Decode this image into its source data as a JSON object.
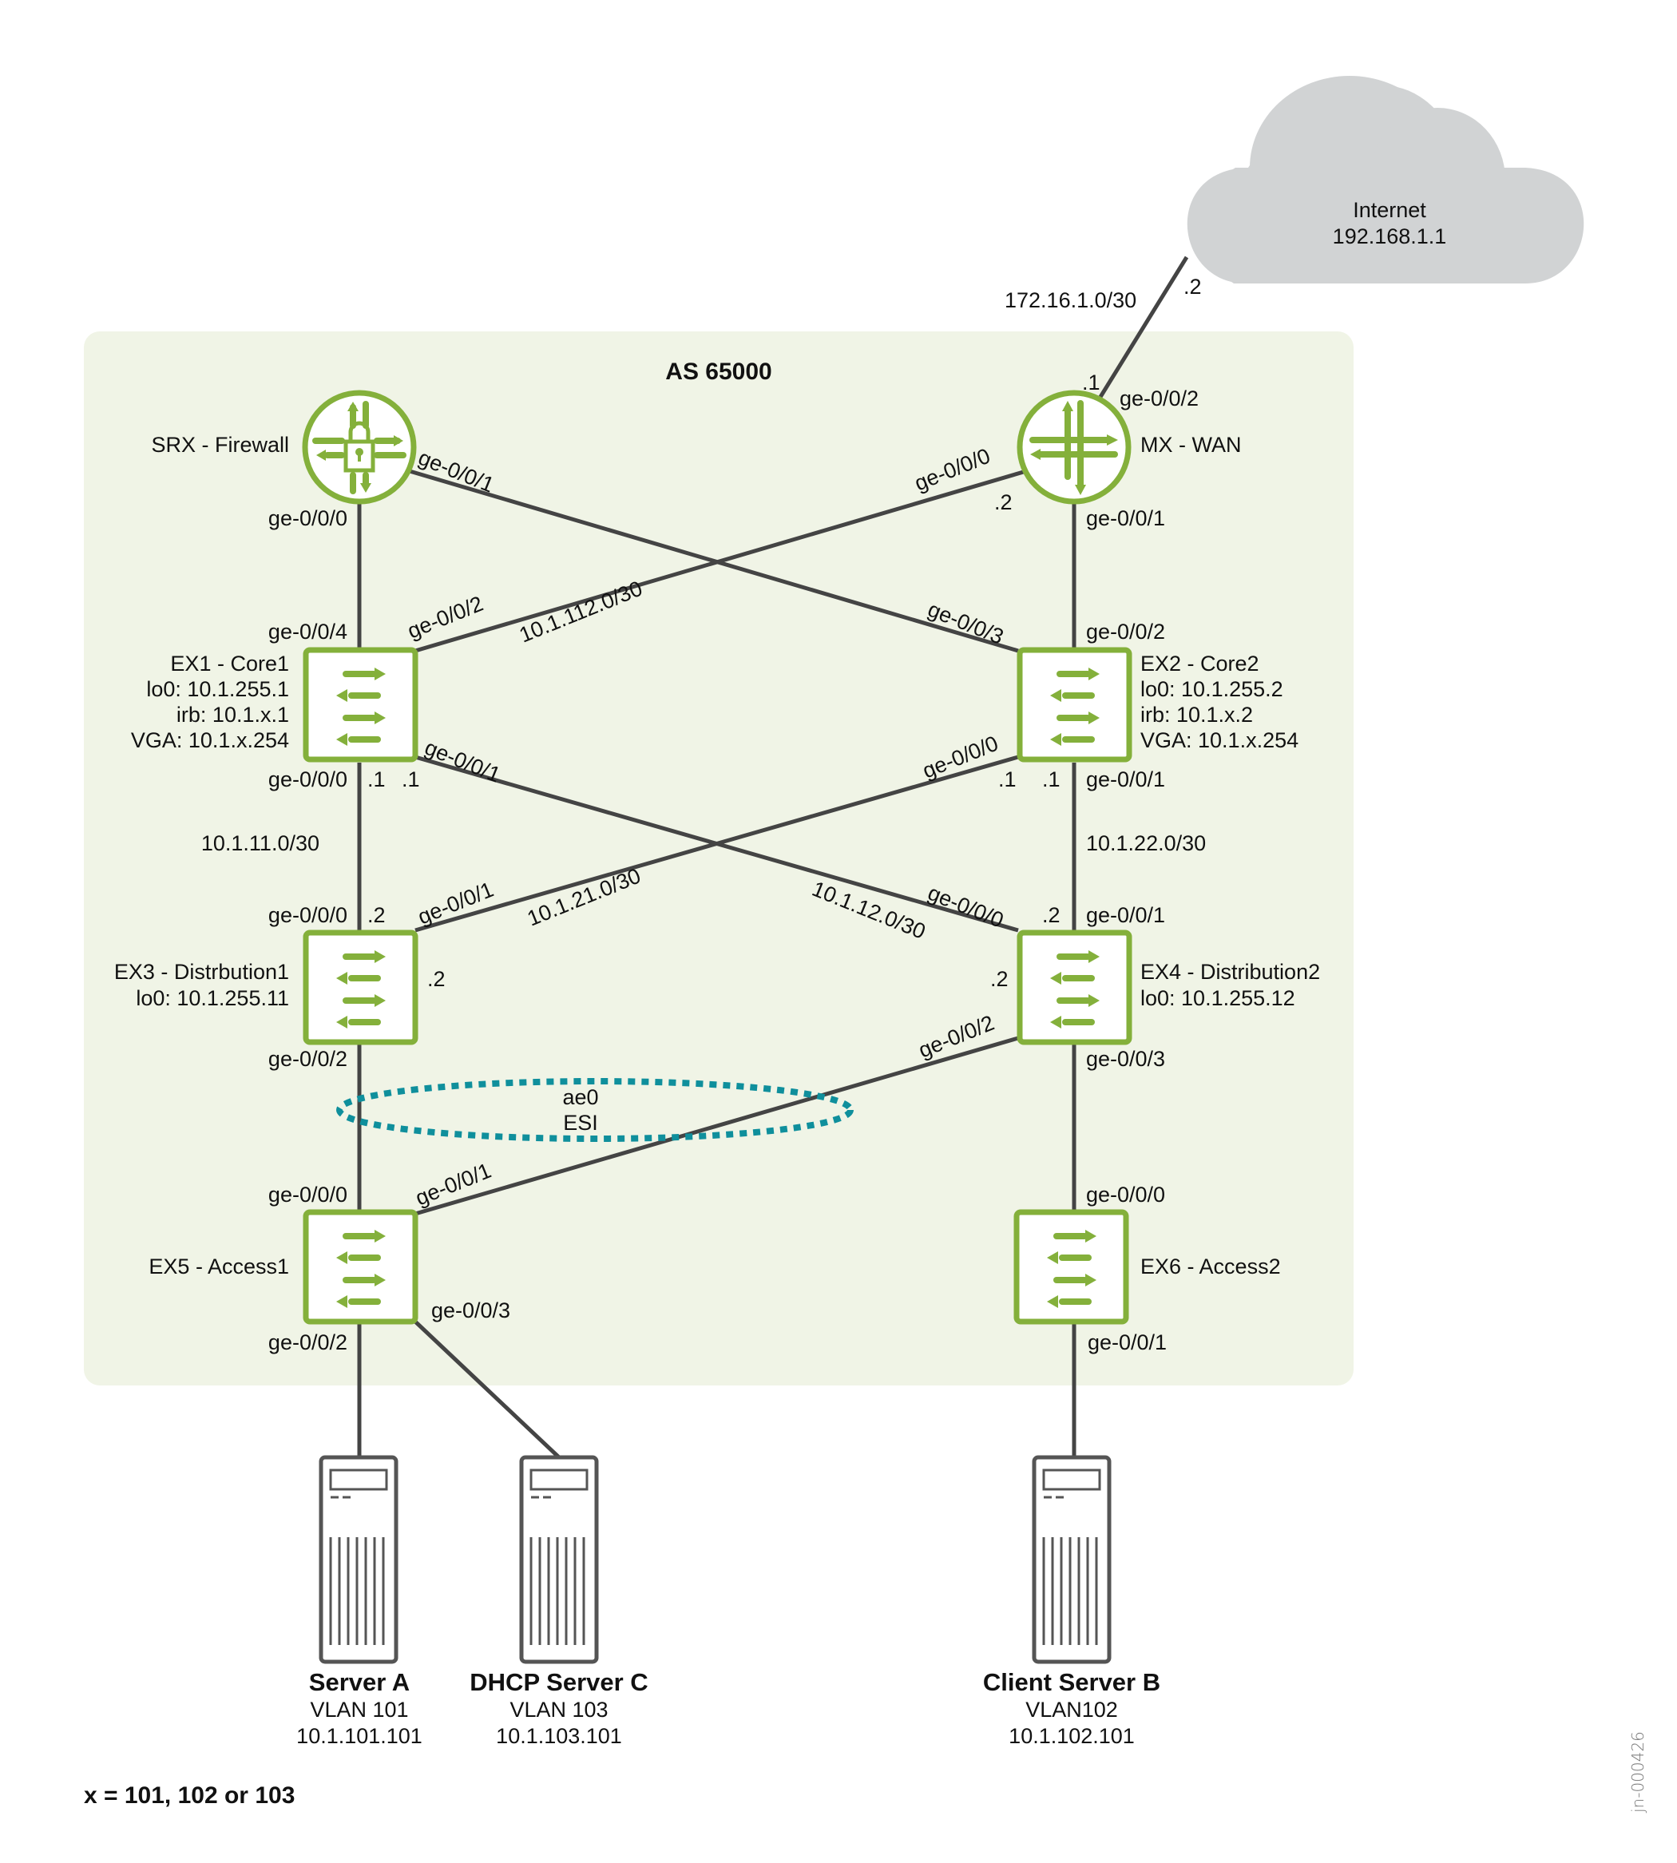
{
  "colors": {
    "as_background": "#f0f4e6",
    "device_green": "#84b03b",
    "link": "#444444",
    "cloud": "#d1d3d4",
    "esi": "#0f8f9c"
  },
  "as_title": "AS 65000",
  "internet": {
    "name": "Internet",
    "ip": "192.168.1.1",
    "icon": "cloud-icon"
  },
  "wan_link": {
    "subnet": "172.16.1.0/30",
    "internet_side": ".2",
    "mx_side": ".1",
    "mx_port": "ge-0/0/2"
  },
  "devices": {
    "srx": {
      "name": "SRX - Firewall",
      "icon": "firewall-icon",
      "port_down": "ge-0/0/0",
      "port_cross": "ge-0/0/1"
    },
    "mx": {
      "name": "MX - WAN",
      "icon": "router-icon",
      "port_down": "ge-0/0/1",
      "port_cross": "ge-0/0/0",
      "cross_ip": ".2"
    },
    "ex1": {
      "name": "EX1 - Core1",
      "lo0": "lo0: 10.1.255.1",
      "irb": "irb: 10.1.x.1",
      "vga": "VGA: 10.1.x.254",
      "icon": "switch-icon",
      "port_up": "ge-0/0/4",
      "port_cross_up": "ge-0/0/2",
      "port_down": "ge-0/0/0",
      "port_cross_down": "ge-0/0/1",
      "ip_down": ".1",
      "ip_cross_down": ".1"
    },
    "ex2": {
      "name": "EX2 - Core2",
      "lo0": "lo0: 10.1.255.2",
      "irb": "irb: 10.1.x.2",
      "vga": "VGA: 10.1.x.254",
      "icon": "switch-icon",
      "port_up": "ge-0/0/2",
      "port_cross_up": "ge-0/0/3",
      "port_down": "ge-0/0/1",
      "port_cross_down": "ge-0/0/0",
      "ip_down": ".1",
      "ip_cross_down": ".1"
    },
    "ex3": {
      "name": "EX3 - Distrbution1",
      "lo0": "lo0: 10.1.255.11",
      "icon": "switch-icon",
      "port_up": "ge-0/0/0",
      "ip_up": ".2",
      "port_cross_up": "ge-0/0/1",
      "ip_cross_up": ".2",
      "port_down": "ge-0/0/2"
    },
    "ex4": {
      "name": "EX4 - Distribution2",
      "lo0": "lo0: 10.1.255.12",
      "icon": "switch-icon",
      "port_up": "ge-0/0/1",
      "ip_up": ".2",
      "port_cross_up": "ge-0/0/0",
      "ip_cross_up": ".2",
      "port_down": "ge-0/0/3",
      "port_cross_down": "ge-0/0/2"
    },
    "ex5": {
      "name": "EX5 - Access1",
      "icon": "switch-icon",
      "port_up": "ge-0/0/0",
      "port_cross_up": "ge-0/0/1",
      "port_down": "ge-0/0/2",
      "port_server_c": "ge-0/0/3"
    },
    "ex6": {
      "name": "EX6 - Access2",
      "icon": "switch-icon",
      "port_up": "ge-0/0/0",
      "port_down": "ge-0/0/1"
    }
  },
  "subnets": {
    "core1_mx": "10.1.112.0/30",
    "core1_dist1": "10.1.11.0/30",
    "core2_dist2": "10.1.22.0/30",
    "core2_dist1": "10.1.21.0/30",
    "core1_dist2": "10.1.12.0/30"
  },
  "esi": {
    "line1": "ae0",
    "line2": "ESI"
  },
  "servers": [
    {
      "name": "Server A",
      "vlan": "VLAN 101",
      "ip": "10.1.101.101",
      "icon": "server-icon"
    },
    {
      "name": "DHCP Server C",
      "vlan": "VLAN 103",
      "ip": "10.1.103.101",
      "icon": "server-icon"
    },
    {
      "name": "Client Server B",
      "vlan": "VLAN102",
      "ip": "10.1.102.101",
      "icon": "server-icon"
    }
  ],
  "footnote": "x = 101, 102 or 103",
  "doc_id": "jn-000426"
}
